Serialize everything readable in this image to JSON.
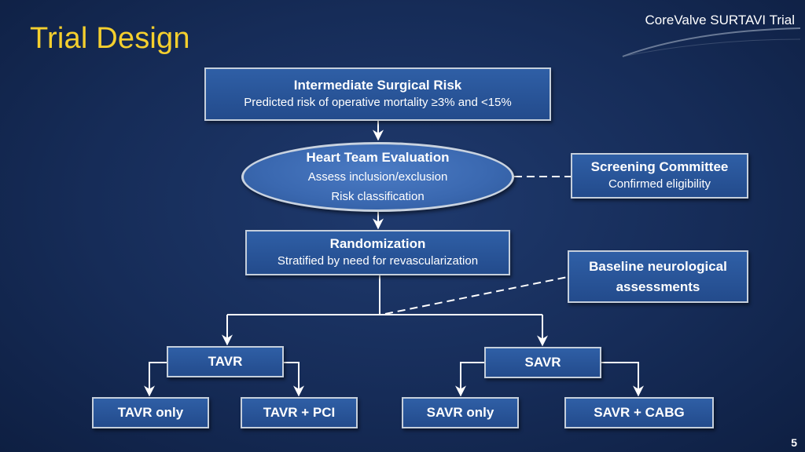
{
  "header": {
    "title": "Trial Design",
    "brand": "CoreValve SURTAVI Trial"
  },
  "flow": {
    "risk": {
      "title": "Intermediate Surgical Risk",
      "subtitle": "Predicted risk of operative mortality ≥3% and <15%"
    },
    "heart_team": {
      "title": "Heart Team Evaluation",
      "line1": "Assess inclusion/exclusion",
      "line2": "Risk classification"
    },
    "screening": {
      "title": "Screening Committee",
      "subtitle": "Confirmed eligibility"
    },
    "randomization": {
      "title": "Randomization",
      "subtitle": "Stratified by need for revascularization"
    },
    "baseline": {
      "line1": "Baseline neurological",
      "line2": "assessments"
    },
    "tavr": {
      "title": "TAVR"
    },
    "savr": {
      "title": "SAVR"
    },
    "tavr_only": {
      "title": "TAVR only"
    },
    "tavr_pci": {
      "title": "TAVR + PCI"
    },
    "savr_only": {
      "title": "SAVR only"
    },
    "savr_cabg": {
      "title": "SAVR + CABG"
    }
  },
  "footer": {
    "page_number": "5"
  },
  "colors": {
    "title": "#f4cf2e",
    "box_fill": "#2a5598",
    "box_border": "#c5cfdc",
    "background": "#162c58"
  }
}
